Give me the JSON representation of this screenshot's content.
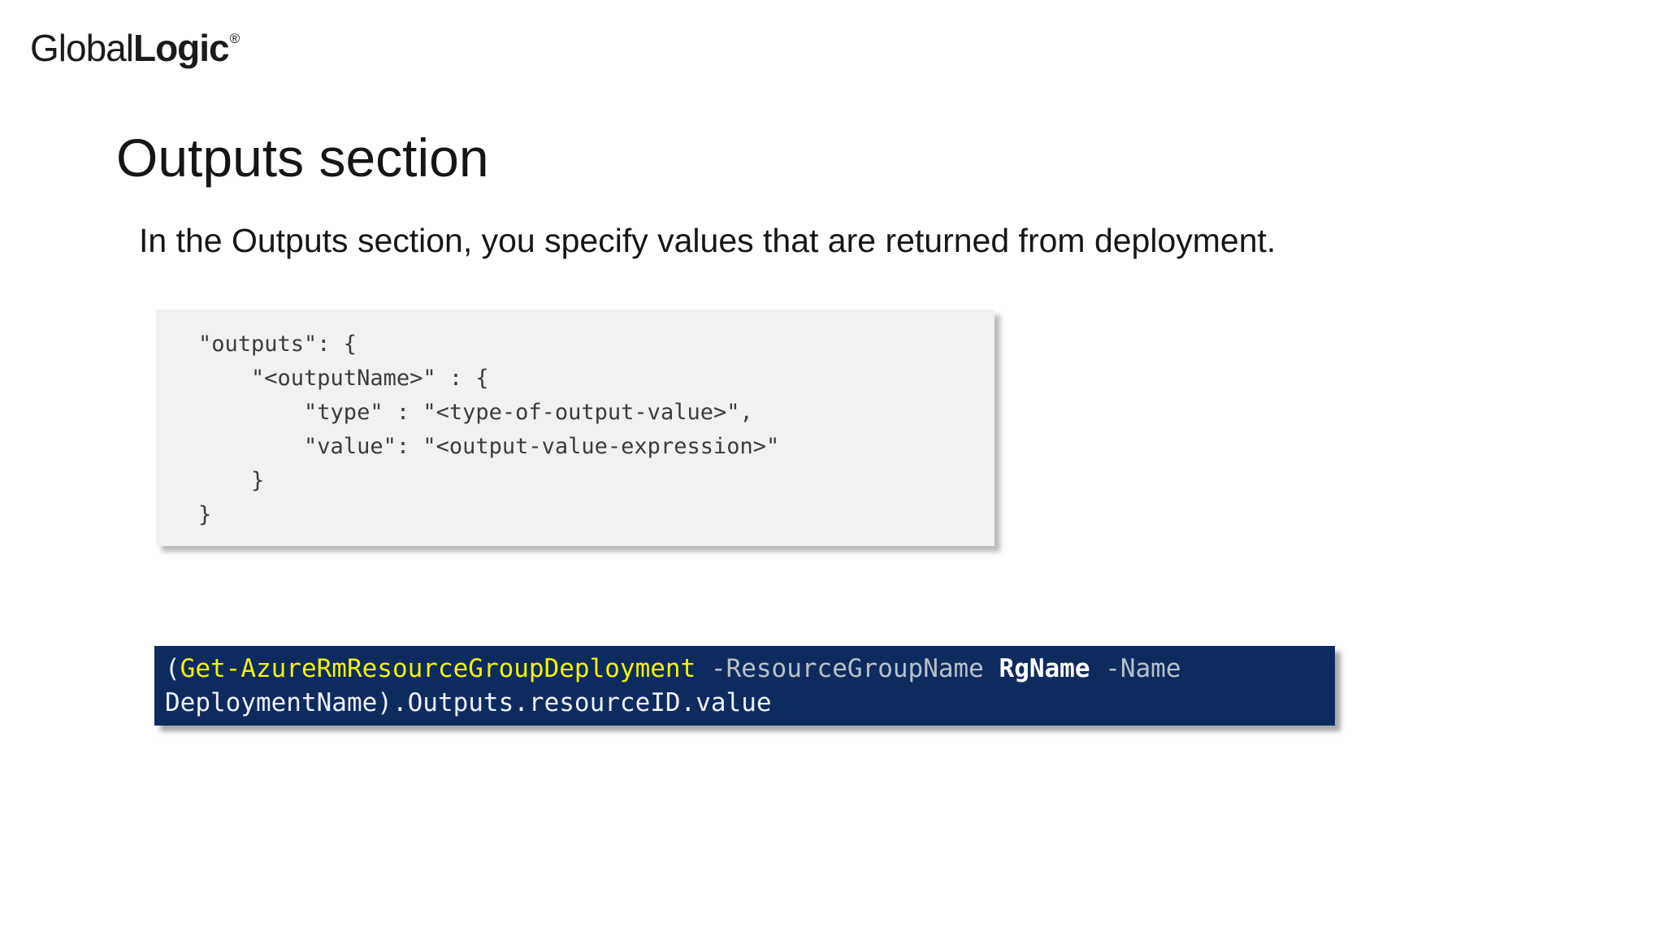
{
  "logo": {
    "global": "Global",
    "logic": "Logic",
    "registered": "®"
  },
  "title": "Outputs section",
  "intro": "In the Outputs section, you specify values that are returned from deployment.",
  "json_code": {
    "language": "json",
    "lines": [
      "\"outputs\": {",
      "    \"<outputName>\" : {",
      "        \"type\" : \"<type-of-output-value>\",",
      "        \"value\": \"<output-value-expression>\"",
      "    }",
      "}"
    ]
  },
  "powershell_code": {
    "language": "powershell",
    "lines": [
      [
        {
          "text": "(",
          "style": "white"
        },
        {
          "text": "Get-AzureRmResourceGroupDeployment",
          "style": "yellow"
        },
        {
          "text": " ",
          "style": "white"
        },
        {
          "text": "-ResourceGroupName",
          "style": "param"
        },
        {
          "text": " ",
          "style": "white"
        },
        {
          "text": "RgName",
          "style": "white-bold"
        },
        {
          "text": " ",
          "style": "white"
        },
        {
          "text": "-Name",
          "style": "param"
        }
      ],
      [
        {
          "text": "DeploymentName).Outputs.resourceID.value",
          "style": "white"
        }
      ]
    ]
  },
  "colors": {
    "page_bg": "#ffffff",
    "json_bg": "#f1f1f1",
    "json_text": "#3b3b3b",
    "ps_bg": "#0e2b5f",
    "ps_text": "#eef1f6",
    "ps_yellow": "#f3f300",
    "ps_param": "#b9c0cb",
    "ps_bold": "#ffffff"
  }
}
